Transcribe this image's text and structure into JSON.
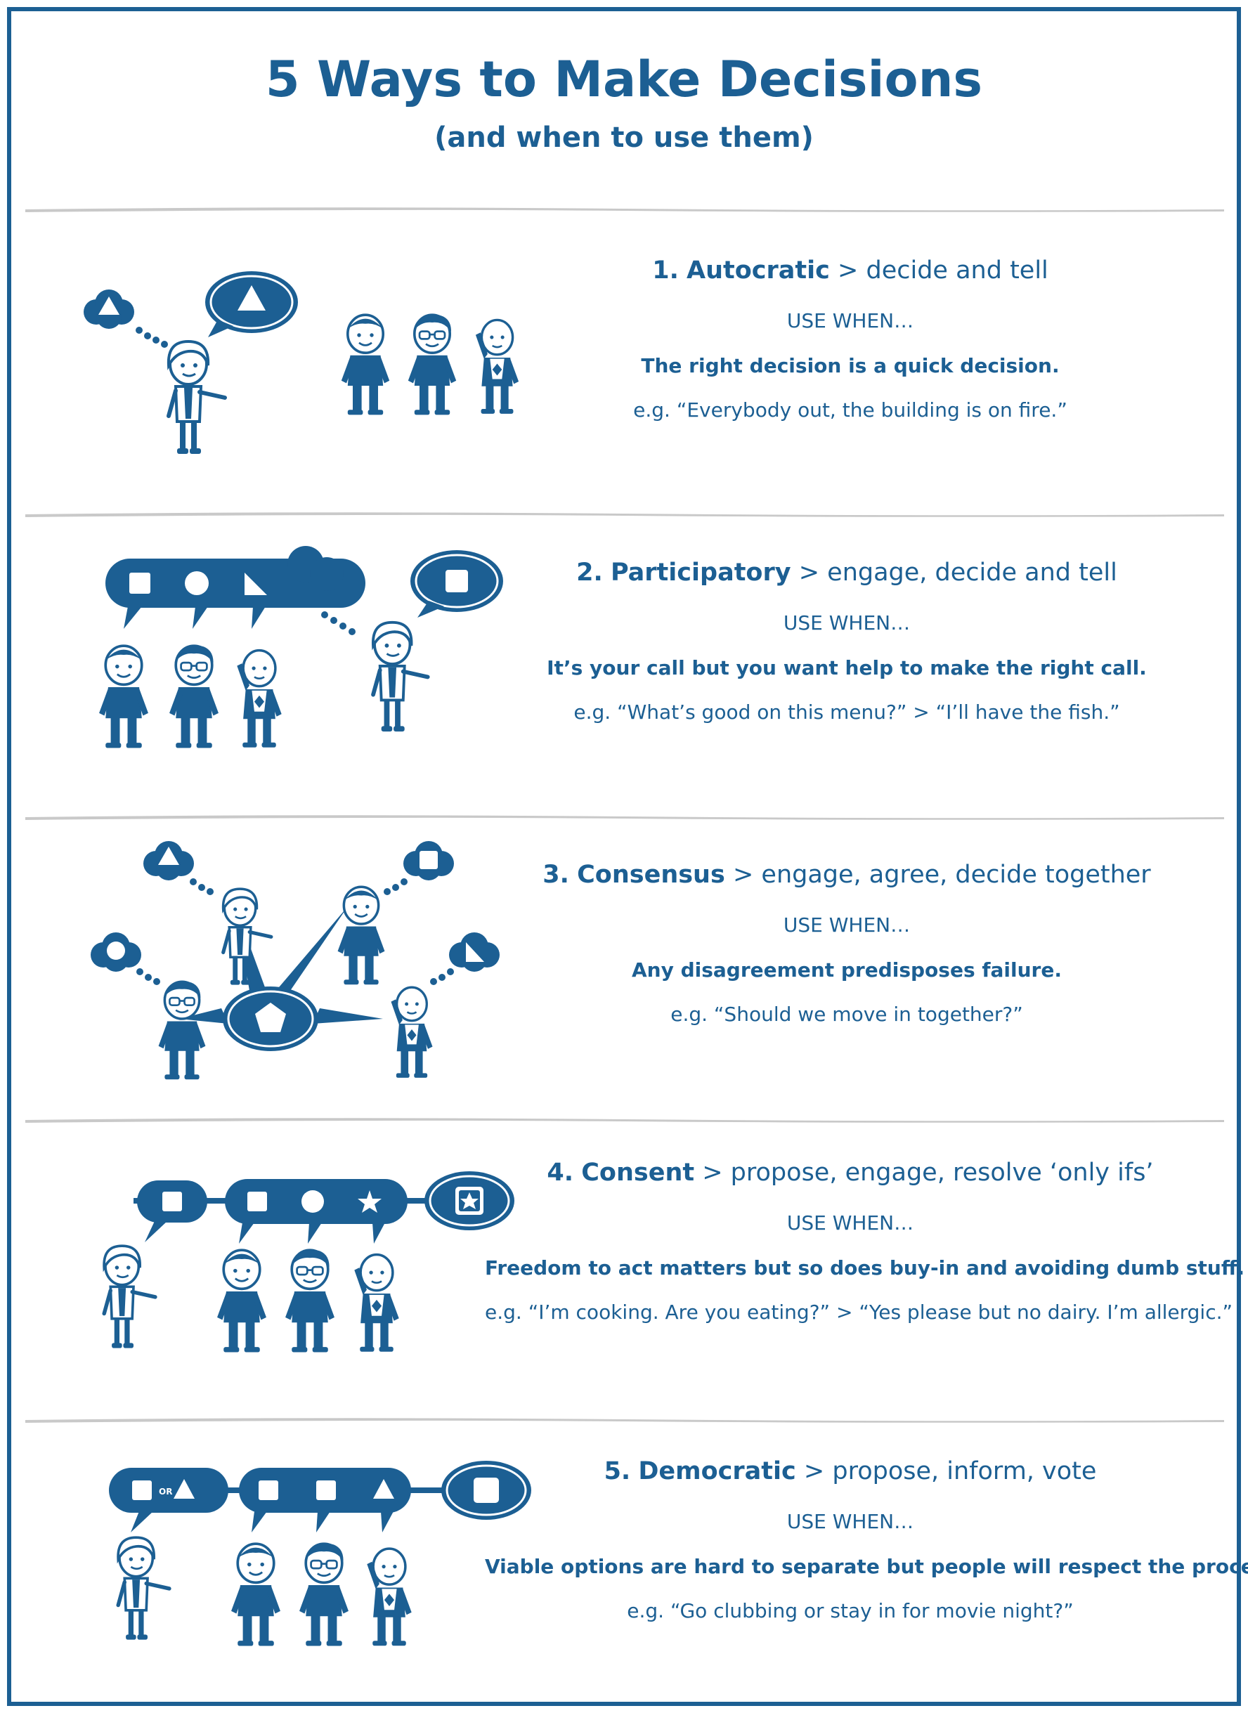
{
  "title": "5 Ways to Make Decisions",
  "subtitle": "(and when to use them)",
  "colors": {
    "primary": "#1c5f93",
    "divider": "#c9c9c9",
    "background": "#ffffff"
  },
  "sections": [
    {
      "number": "1.",
      "name": "Autocratic",
      "summary": "> decide and tell",
      "use_when": "USE WHEN…",
      "condition": "The right decision is a quick decision.",
      "example": "e.g. “Everybody out, the building is on fire.”"
    },
    {
      "number": "2.",
      "name": "Participatory",
      "summary": "> engage, decide and tell",
      "use_when": "USE WHEN…",
      "condition": "It’s your call but you want help to make the right call.",
      "example": "e.g. “What’s good on this menu?” > “I’ll have the fish.”"
    },
    {
      "number": "3.",
      "name": "Consensus",
      "summary": "> engage, agree, decide together",
      "use_when": "USE WHEN…",
      "condition": "Any disagreement predisposes failure.",
      "example": "e.g. “Should we move in together?”"
    },
    {
      "number": "4.",
      "name": "Consent",
      "summary": "> propose, engage, resolve ‘only ifs’",
      "use_when": "USE WHEN…",
      "condition": "Freedom to act matters but so does buy-in and avoiding dumb stuff.",
      "example": "e.g. “I’m cooking. Are you eating?” > “Yes please but no dairy. I’m allergic.”"
    },
    {
      "number": "5.",
      "name": "Democratic",
      "summary": "> propose, inform, vote",
      "use_when": "USE WHEN…",
      "condition": "Viable options are hard to separate but people will respect the process.",
      "example": "e.g. “Go clubbing or stay in for movie night?”"
    }
  ],
  "illustration_labels": {
    "or_label": "OR"
  }
}
